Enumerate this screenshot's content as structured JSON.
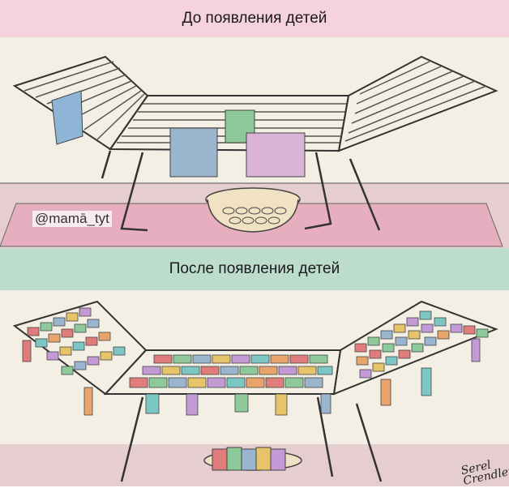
{
  "panels": {
    "before": {
      "title": "До появления детей"
    },
    "after": {
      "title": "После появления детей"
    }
  },
  "watermark": {
    "text": "@mamā_tyt"
  },
  "signature": {
    "text": "Serel Crendler"
  },
  "colors": {
    "pink_header": "#f6d3dc",
    "green_header": "#bcdcce",
    "wall": "#f4efe4",
    "floor": "#e6cdd0",
    "rug": "#e6aebe"
  }
}
